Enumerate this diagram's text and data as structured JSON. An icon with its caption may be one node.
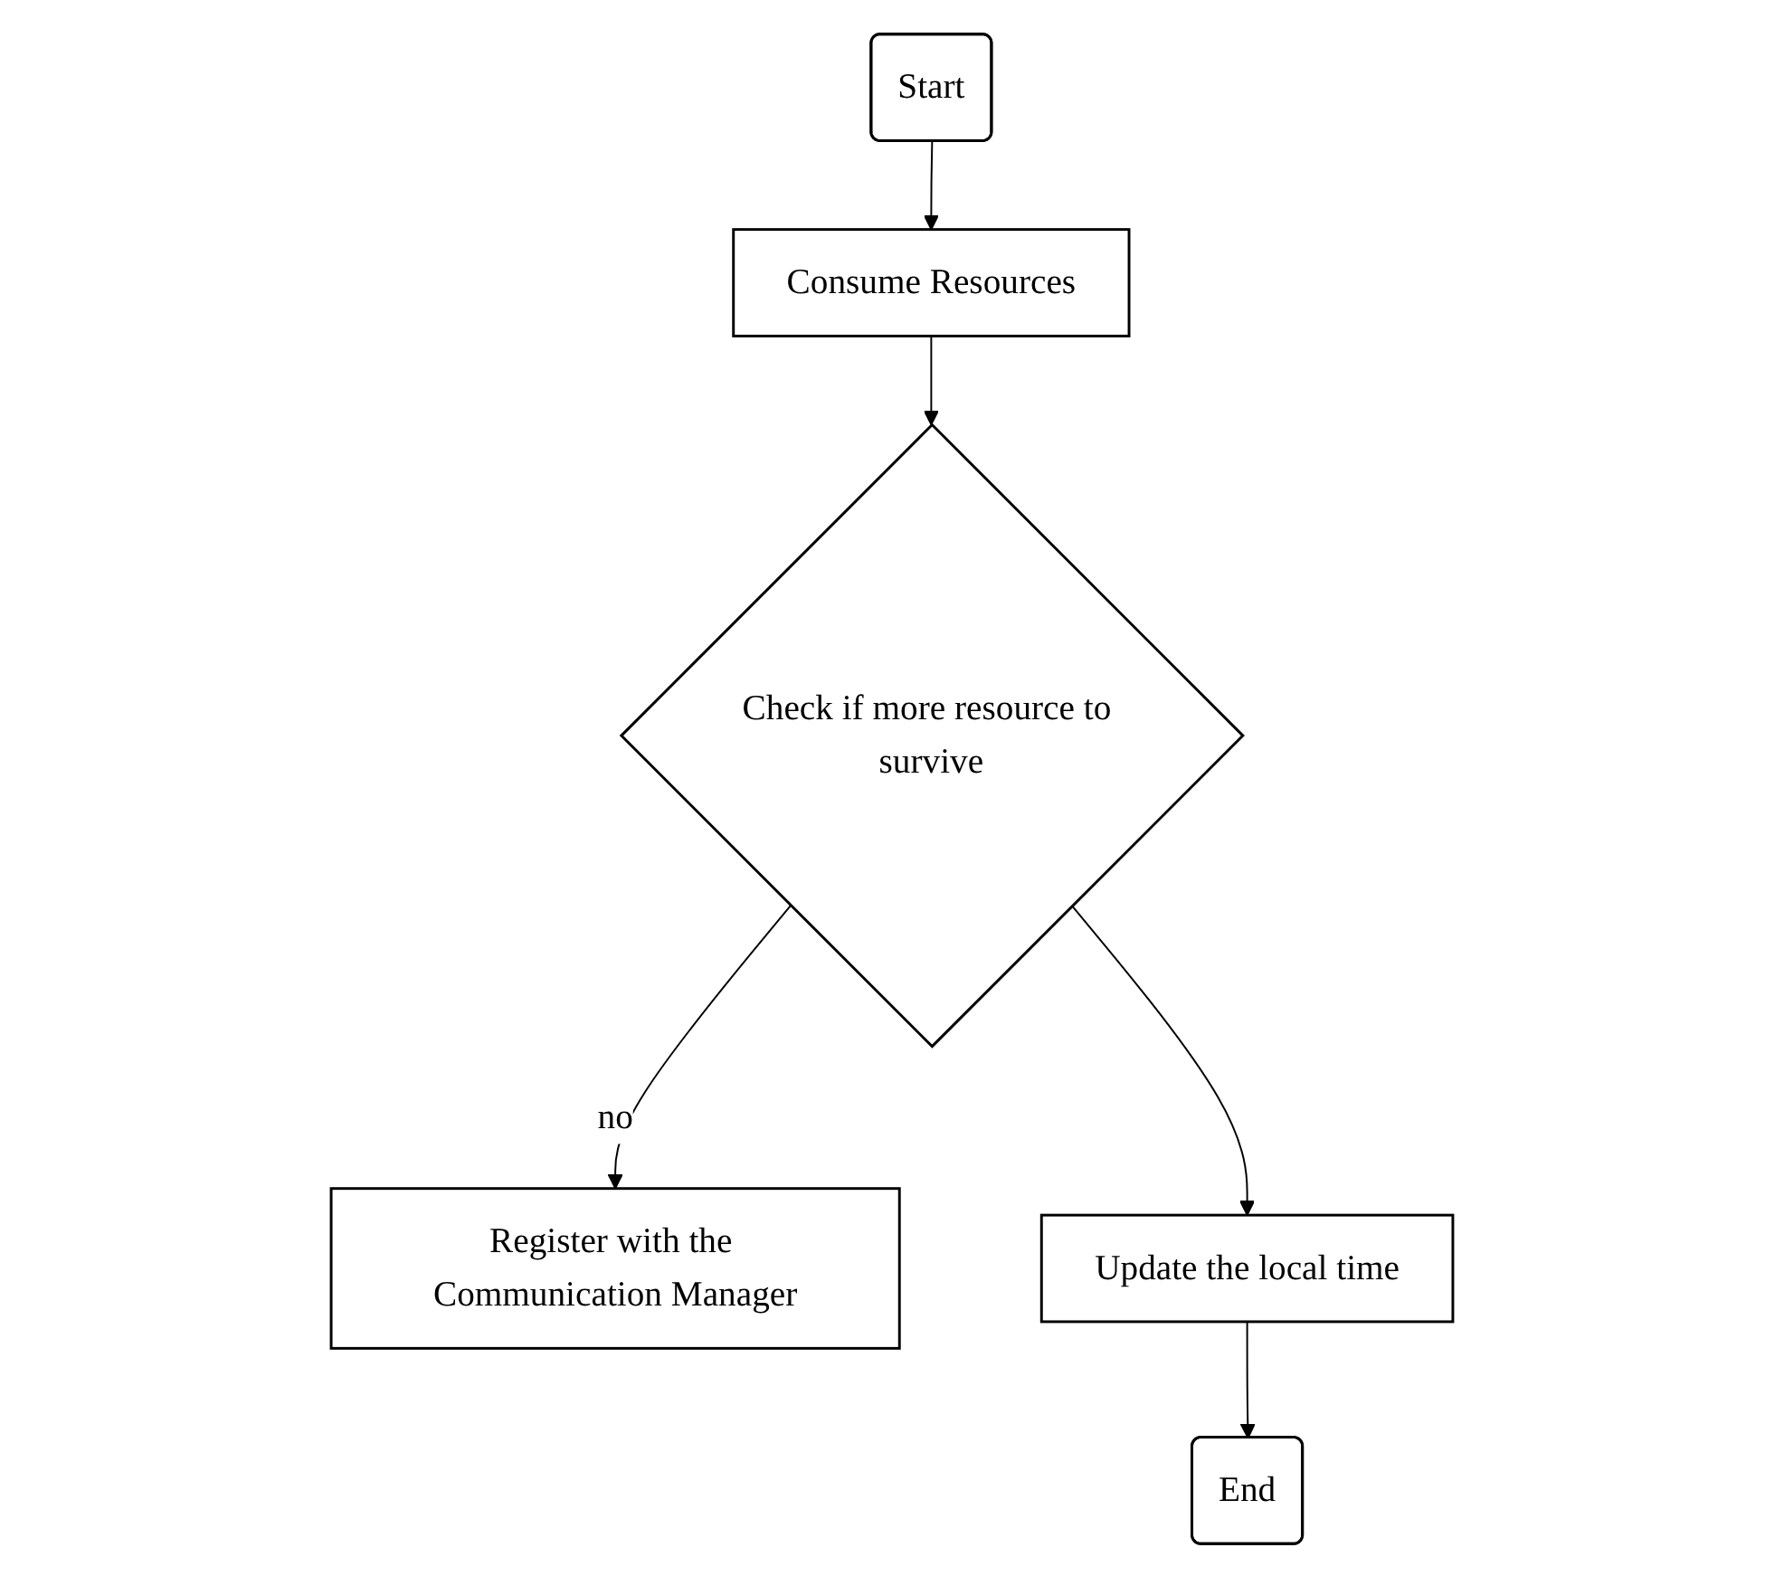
{
  "diagram": {
    "nodes": [
      {
        "text": [
          "Start"
        ]
      },
      {
        "text": [
          "Consume Resources"
        ]
      },
      {
        "text": [
          "Check if more resource to survive"
        ]
      },
      {
        "text": [
          "Register with the Communication Manager"
        ]
      },
      {
        "text": [
          "Update the local time"
        ]
      },
      {
        "text": [
          "End"
        ]
      }
    ],
    "edges": [
      {
        "from": 0,
        "to": 1,
        "arrow": "to"
      },
      {
        "from": 1,
        "to": 2,
        "arrow": "to"
      },
      {
        "from": 2,
        "to": 3,
        "label": "no",
        "arrow": "to"
      },
      {
        "from": 2,
        "to": 4,
        "arrow": "to"
      },
      {
        "from": 4,
        "to": 5,
        "arrow": "to"
      }
    ]
  }
}
